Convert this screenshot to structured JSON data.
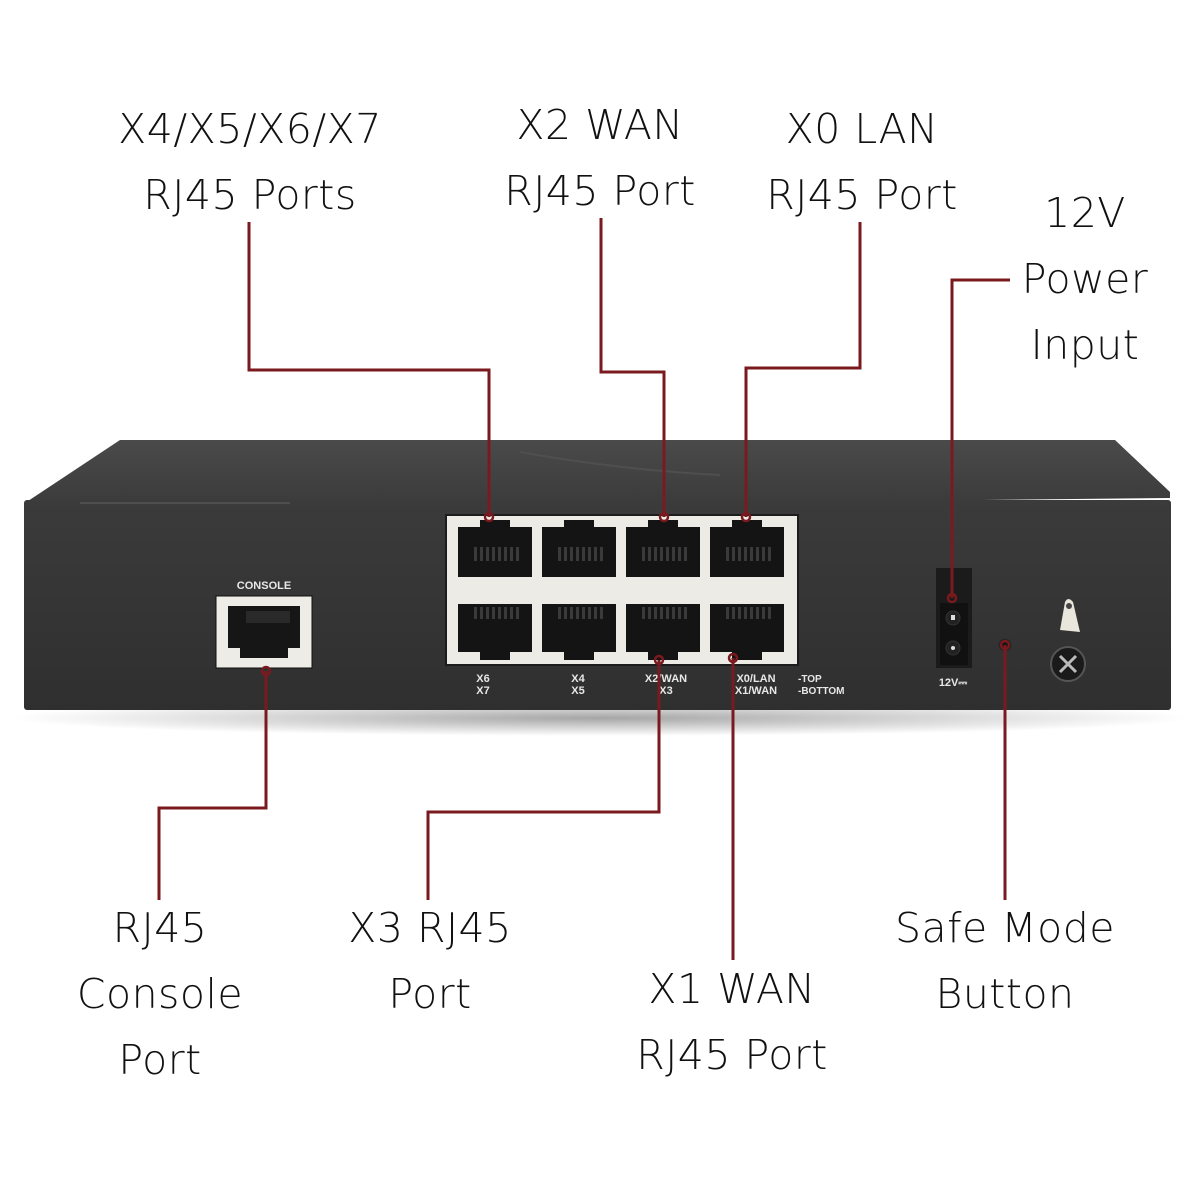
{
  "diagram": {
    "subject": "Firewall appliance rear panel",
    "leader_color": "#7a1a1e",
    "callouts": [
      {
        "id": "x4-x7",
        "lines": [
          "X4/X5/X6/X7",
          "RJ45 Ports"
        ]
      },
      {
        "id": "x2-wan",
        "lines": [
          "X2 WAN",
          "RJ45 Port"
        ]
      },
      {
        "id": "x0-lan",
        "lines": [
          "X0 LAN",
          "RJ45 Port"
        ]
      },
      {
        "id": "power",
        "lines": [
          "12V",
          "Power",
          "Input"
        ]
      },
      {
        "id": "console",
        "lines": [
          "RJ45",
          "Console",
          "Port"
        ]
      },
      {
        "id": "x3",
        "lines": [
          "X3 RJ45",
          "Port"
        ]
      },
      {
        "id": "x1-wan",
        "lines": [
          "X1 WAN",
          "RJ45 Port"
        ]
      },
      {
        "id": "safe-mode",
        "lines": [
          "Safe Mode",
          "Button"
        ]
      }
    ],
    "panel_labels": {
      "console": "CONSOLE",
      "port_pairs": [
        {
          "top": "X6",
          "bottom": "X7"
        },
        {
          "top": "X4",
          "bottom": "X5"
        },
        {
          "top": "X2/WAN",
          "bottom": "X3"
        },
        {
          "top": "X0/LAN",
          "bottom": "X1/WAN"
        }
      ],
      "legend_top": "-TOP",
      "legend_bottom": "-BOTTOM",
      "power": "12V⎓"
    }
  }
}
